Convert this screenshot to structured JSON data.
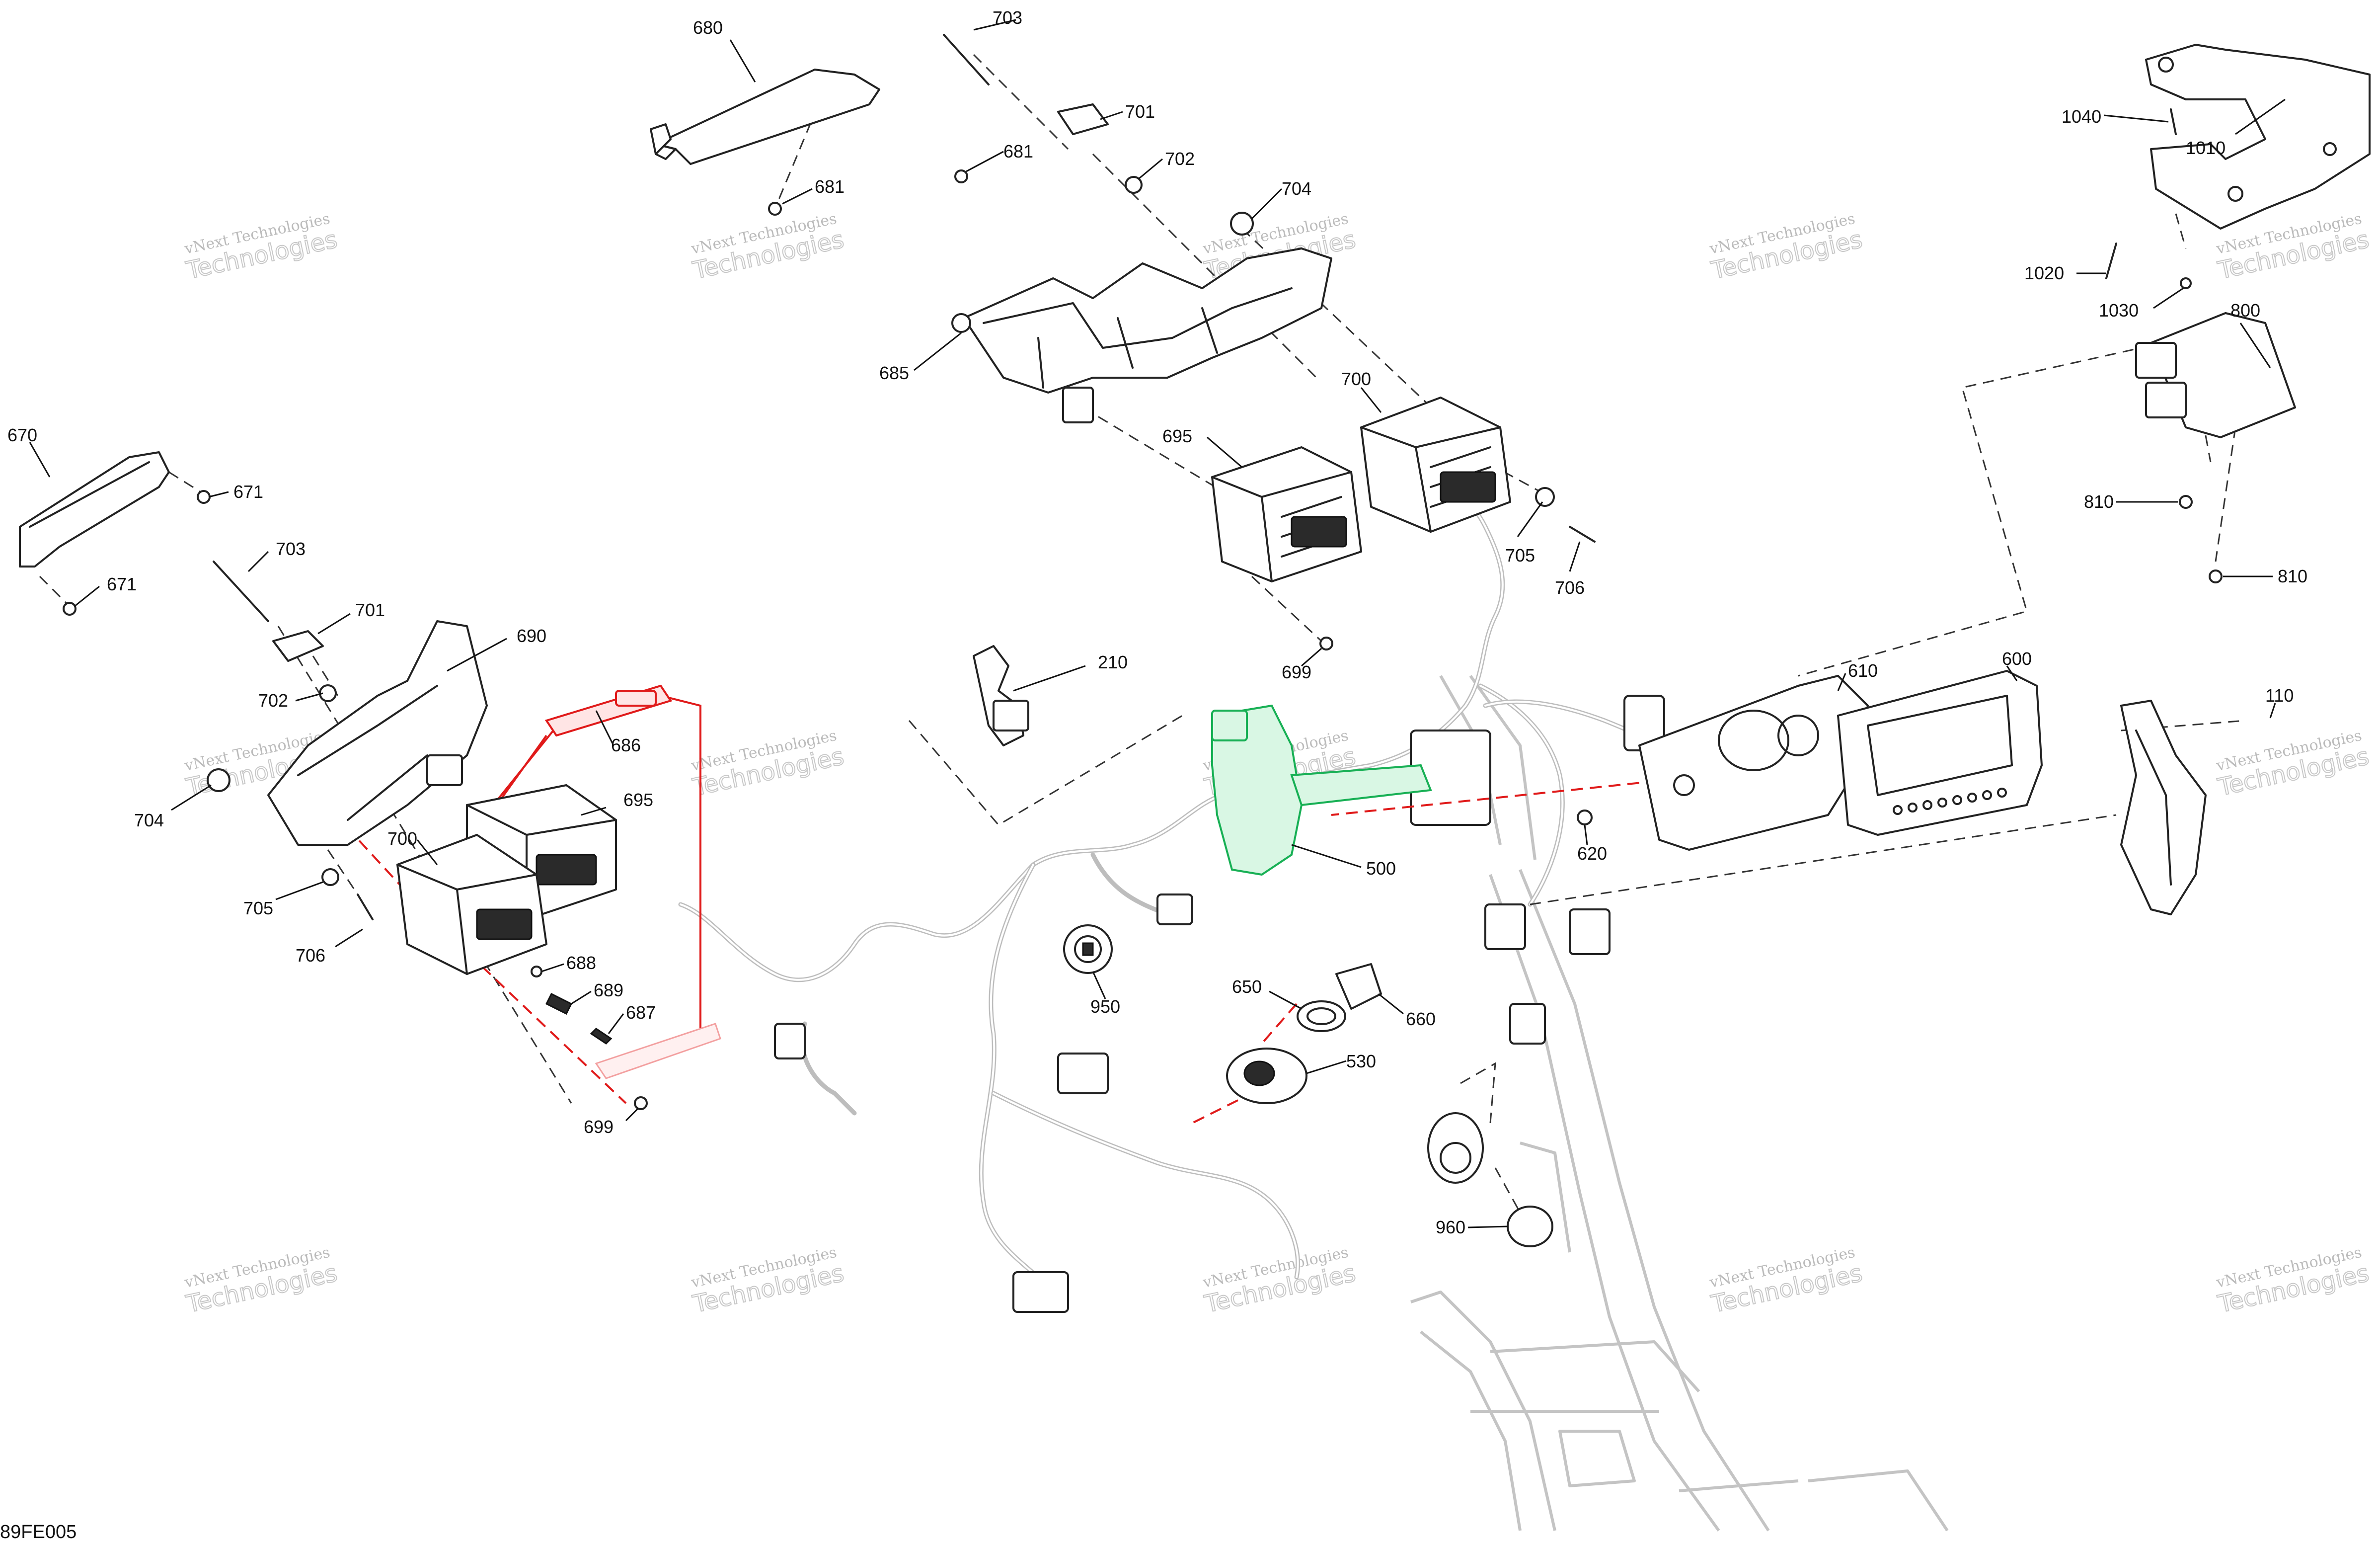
{
  "diagram_code": "89FE005",
  "watermark": {
    "line1": "vNext Technologies",
    "line2": "Technologies"
  },
  "callouts": {
    "c680": "680",
    "c703a": "703",
    "c701a": "701",
    "c681a": "681",
    "c702a": "702",
    "c681b": "681",
    "c704a": "704",
    "c685": "685",
    "c700a": "700",
    "c695a": "695",
    "c705a": "705",
    "c706a": "706",
    "c699a": "699",
    "c210": "210",
    "c670": "670",
    "c671a": "671",
    "c671b": "671",
    "c703b": "703",
    "c701b": "701",
    "c690": "690",
    "c702b": "702",
    "c686": "686",
    "c704b": "704",
    "c695b": "695",
    "c700b": "700",
    "c705b": "705",
    "c706b": "706",
    "c688": "688",
    "c689": "689",
    "c687": "687",
    "c699b": "699",
    "c950": "950",
    "c650": "650",
    "c660": "660",
    "c530": "530",
    "c500": "500",
    "c620": "620",
    "c960": "960",
    "c610": "610",
    "c600": "600",
    "c110": "110",
    "c1040": "1040",
    "c1010": "1010",
    "c1020": "1020",
    "c1030": "1030",
    "c800": "800",
    "c810a": "810",
    "c810b": "810"
  }
}
